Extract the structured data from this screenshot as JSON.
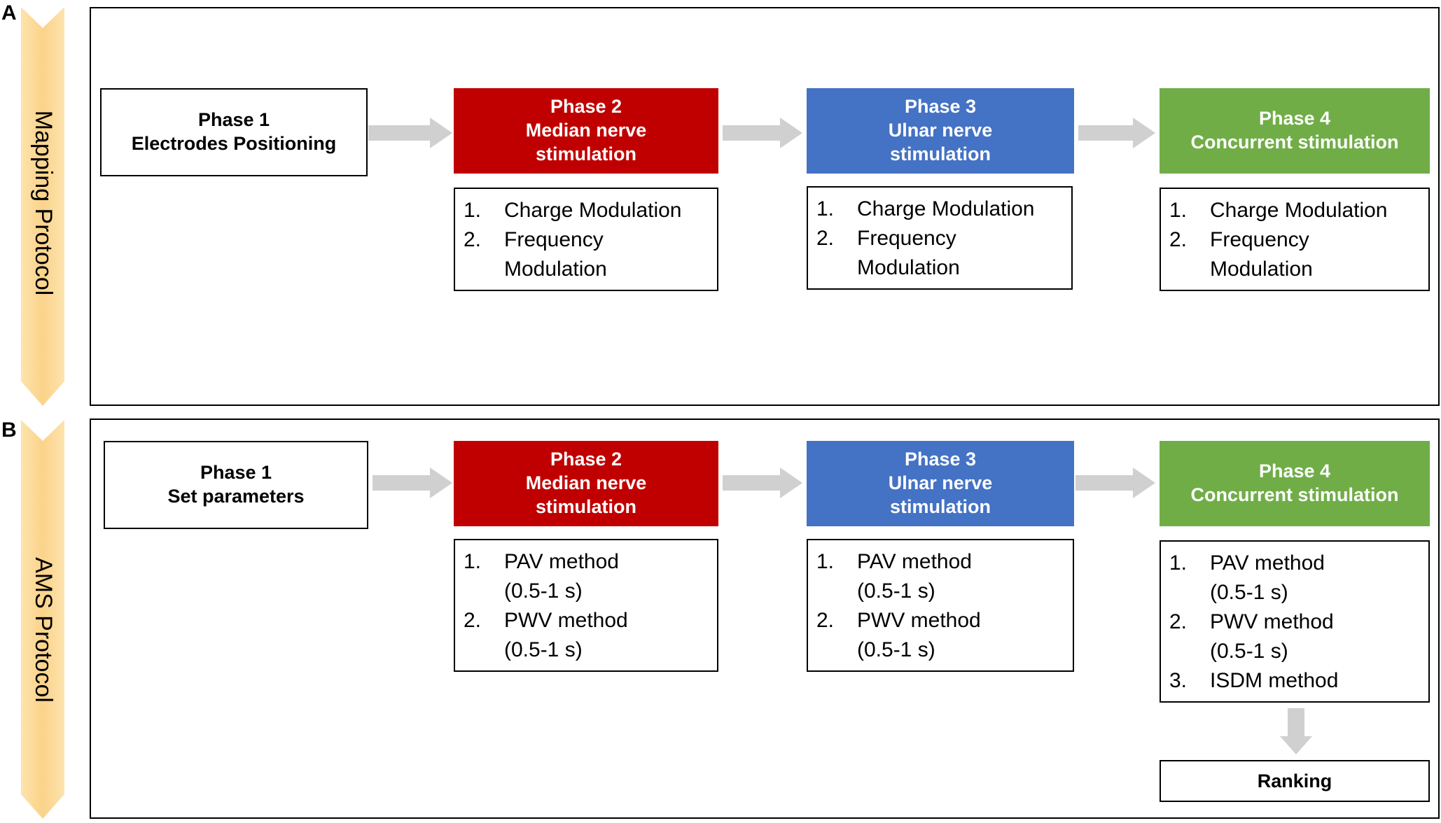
{
  "panels": [
    {
      "letter": "A",
      "side_label": "Mapping Protocol",
      "phases": [
        {
          "title": "Phase 1",
          "subtitle": [
            "Electrodes Positioning"
          ],
          "style": "white"
        },
        {
          "title": "Phase 2",
          "subtitle": [
            "Median nerve",
            "stimulation"
          ],
          "style": "red"
        },
        {
          "title": "Phase 3",
          "subtitle": [
            "Ulnar nerve",
            "stimulation"
          ],
          "style": "blue"
        },
        {
          "title": "Phase 4",
          "subtitle": [
            "Concurrent stimulation"
          ],
          "style": "green"
        }
      ],
      "methods": [
        null,
        [
          {
            "num": "1.",
            "lines": [
              "Charge Modulation"
            ]
          },
          {
            "num": "2.",
            "lines": [
              "Frequency",
              "Modulation"
            ]
          }
        ],
        [
          {
            "num": "1.",
            "lines": [
              "Charge Modulation"
            ]
          },
          {
            "num": "2.",
            "lines": [
              "Frequency",
              "Modulation"
            ]
          }
        ],
        [
          {
            "num": "1.",
            "lines": [
              "Charge Modulation"
            ]
          },
          {
            "num": "2.",
            "lines": [
              "Frequency",
              "Modulation"
            ]
          }
        ]
      ]
    },
    {
      "letter": "B",
      "side_label": "AMS Protocol",
      "phases": [
        {
          "title": "Phase 1",
          "subtitle": [
            "Set parameters"
          ],
          "style": "white"
        },
        {
          "title": "Phase 2",
          "subtitle": [
            "Median nerve",
            "stimulation"
          ],
          "style": "red"
        },
        {
          "title": "Phase 3",
          "subtitle": [
            "Ulnar nerve",
            "stimulation"
          ],
          "style": "blue"
        },
        {
          "title": "Phase 4",
          "subtitle": [
            "Concurrent stimulation"
          ],
          "style": "green"
        }
      ],
      "methods": [
        null,
        [
          {
            "num": "1.",
            "lines": [
              "PAV method",
              "(0.5-1 s)"
            ]
          },
          {
            "num": "2.",
            "lines": [
              "PWV method",
              "(0.5-1 s)"
            ]
          }
        ],
        [
          {
            "num": "1.",
            "lines": [
              "PAV method",
              "(0.5-1 s)"
            ]
          },
          {
            "num": "2.",
            "lines": [
              "PWV method",
              "(0.5-1 s)"
            ]
          }
        ],
        [
          {
            "num": "1.",
            "lines": [
              "PAV method",
              "(0.5-1 s)"
            ]
          },
          {
            "num": "2.",
            "lines": [
              "PWV method",
              "(0.5-1 s)"
            ]
          },
          {
            "num": "3.",
            "lines": [
              "ISDM method"
            ]
          }
        ]
      ],
      "ranking": "Ranking"
    }
  ],
  "colors": {
    "red": "#c00000",
    "blue": "#4472c4",
    "green": "#70ad47",
    "arrow": "#d0d0d0",
    "chevron": "#fbd38a"
  }
}
